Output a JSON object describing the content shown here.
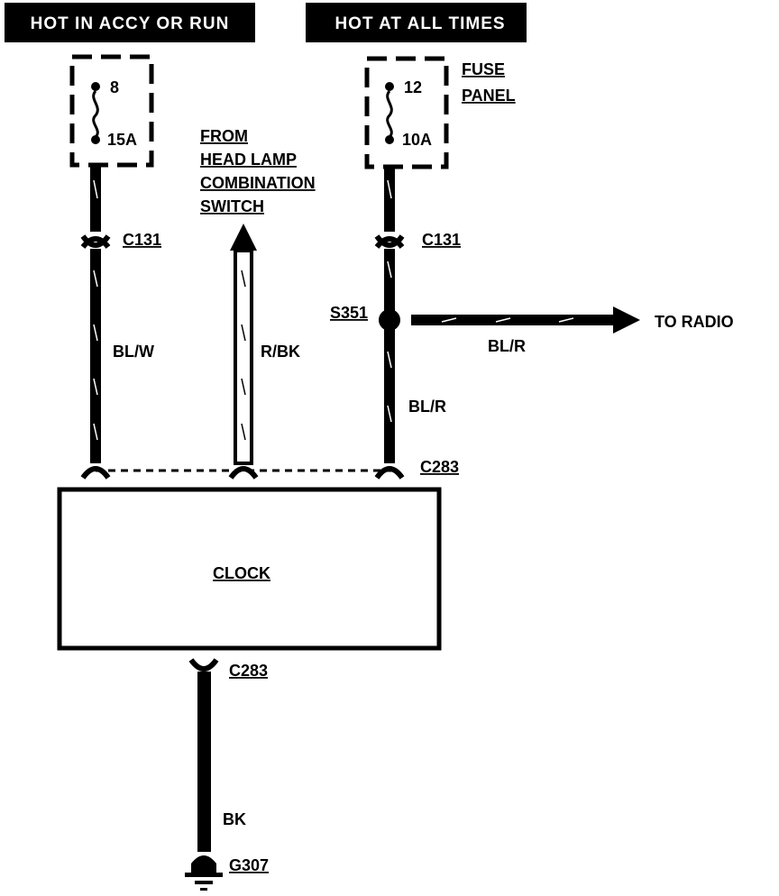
{
  "banners": {
    "left": "HOT IN ACCY OR RUN",
    "right": "HOT AT ALL TIMES"
  },
  "fuse_panel": {
    "line1": "FUSE",
    "line2": "PANEL"
  },
  "fuses": [
    {
      "number": "8",
      "rating": "15A"
    },
    {
      "number": "12",
      "rating": "10A"
    }
  ],
  "source_note": {
    "line1": "FROM",
    "line2": "HEAD LAMP",
    "line3": "COMBINATION",
    "line4": "SWITCH"
  },
  "connectors": {
    "c131_left": "C131",
    "c131_right": "C131",
    "c283_top": "C283",
    "c283_bottom": "C283"
  },
  "splice": "S351",
  "wires": {
    "left": "BL/W",
    "middle": "R/BK",
    "right": "BL/R",
    "radio_branch": "BL/R",
    "ground": "BK"
  },
  "destination": "TO RADIO",
  "component": "CLOCK",
  "ground": "G307",
  "colors": {
    "ink": "#000000",
    "paper": "#ffffff"
  }
}
